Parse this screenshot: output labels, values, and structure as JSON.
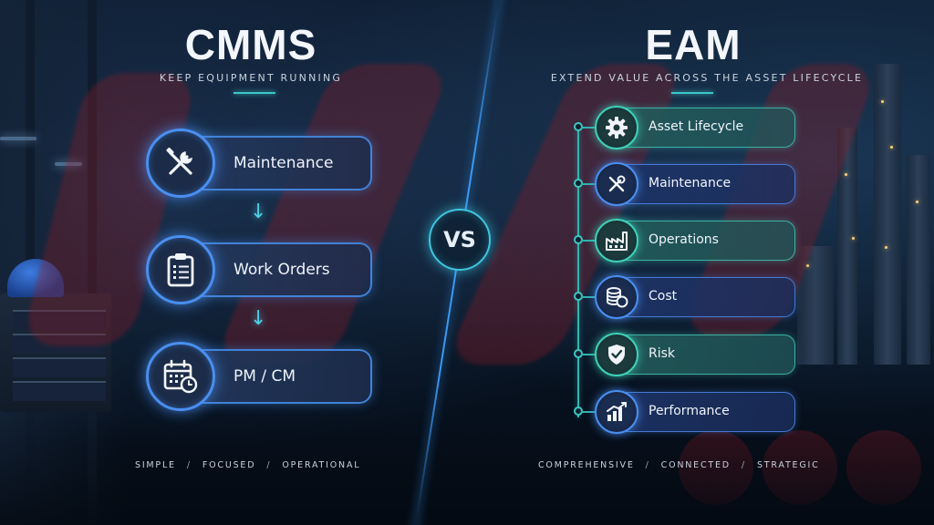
{
  "divider_badge": "VS",
  "left": {
    "title": "CMMS",
    "subtitle": "KEEP EQUIPMENT RUNNING",
    "items": [
      {
        "label": "Maintenance",
        "icon": "wrench-screwdriver-icon"
      },
      {
        "label": "Work Orders",
        "icon": "clipboard-icon"
      },
      {
        "label": "PM / CM",
        "icon": "calendar-clock-icon"
      }
    ],
    "footer": [
      "SIMPLE",
      "FOCUSED",
      "OPERATIONAL"
    ],
    "footer_separator": "/"
  },
  "right": {
    "title": "EAM",
    "subtitle": "EXTEND VALUE ACROSS THE ASSET LIFECYCLE",
    "items": [
      {
        "label": "Asset Lifecycle",
        "icon": "gear-icon",
        "tone": "teal"
      },
      {
        "label": "Maintenance",
        "icon": "wrench-screwdriver-icon",
        "tone": "blue"
      },
      {
        "label": "Operations",
        "icon": "factory-icon",
        "tone": "teal"
      },
      {
        "label": "Cost",
        "icon": "coin-stack-icon",
        "tone": "blue"
      },
      {
        "label": "Risk",
        "icon": "shield-check-icon",
        "tone": "teal"
      },
      {
        "label": "Performance",
        "icon": "bar-chart-icon",
        "tone": "blue"
      }
    ],
    "footer": [
      "COMPREHENSIVE",
      "CONNECTED",
      "STRATEGIC"
    ],
    "footer_separator": "/"
  },
  "colors": {
    "accent_teal": "#3cc7c9",
    "accent_blue": "#4a8ff0",
    "divider_blue": "#3ca0ff",
    "background": "#07121f"
  }
}
